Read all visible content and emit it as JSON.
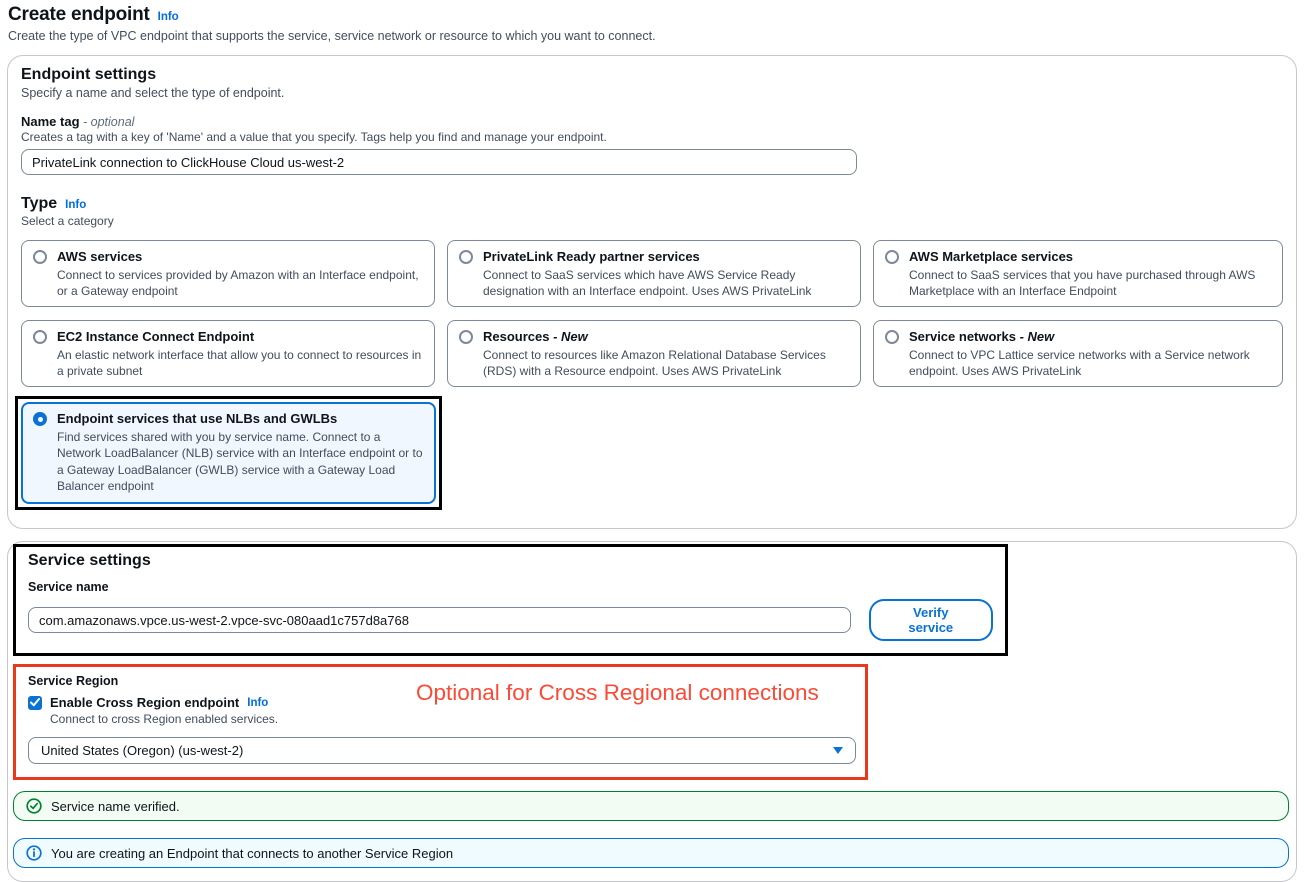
{
  "page": {
    "title": "Create endpoint",
    "info_label": "Info",
    "subtitle": "Create the type of VPC endpoint that supports the service, service network or resource to which you want to connect."
  },
  "endpoint_settings": {
    "title": "Endpoint settings",
    "description": "Specify a name and select the type of endpoint.",
    "name_tag": {
      "label": "Name tag",
      "optional_suffix": " - optional",
      "description": "Creates a tag with a key of 'Name' and a value that you specify. Tags help you find and manage your endpoint.",
      "value": "PrivateLink connection to ClickHouse Cloud us-west-2"
    },
    "type": {
      "label": "Type",
      "info_label": "Info",
      "description": "Select a category",
      "options": [
        {
          "title": "AWS services",
          "suffix": "",
          "description": "Connect to services provided by Amazon with an Interface endpoint, or a Gateway endpoint",
          "selected": false
        },
        {
          "title": "PrivateLink Ready partner services",
          "suffix": "",
          "description": "Connect to SaaS services which have AWS Service Ready designation with an Interface endpoint. Uses AWS PrivateLink",
          "selected": false
        },
        {
          "title": "AWS Marketplace services",
          "suffix": "",
          "description": "Connect to SaaS services that you have purchased through AWS Marketplace with an Interface Endpoint",
          "selected": false
        },
        {
          "title": "EC2 Instance Connect Endpoint",
          "suffix": "",
          "description": "An elastic network interface that allow you to connect to resources in a private subnet",
          "selected": false
        },
        {
          "title": "Resources",
          "suffix": " - New",
          "description": "Connect to resources like Amazon Relational Database Services (RDS) with a Resource endpoint. Uses AWS PrivateLink",
          "selected": false
        },
        {
          "title": "Service networks",
          "suffix": " - New",
          "description": "Connect to VPC Lattice service networks with a Service network endpoint. Uses AWS PrivateLink",
          "selected": false
        },
        {
          "title": "Endpoint services that use NLBs and GWLBs",
          "suffix": "",
          "description": "Find services shared with you by service name. Connect to a Network LoadBalancer (NLB) service with an Interface endpoint or to a Gateway LoadBalancer (GWLB) service with a Gateway Load Balancer endpoint",
          "selected": true
        }
      ]
    }
  },
  "service_settings": {
    "title": "Service settings",
    "service_name": {
      "label": "Service name",
      "value": "com.amazonaws.vpce.us-west-2.vpce-svc-080aad1c757d8a768"
    },
    "verify_button": "Verify service",
    "service_region": {
      "label": "Service Region",
      "checkbox_label": "Enable Cross Region endpoint",
      "info_label": "Info",
      "checkbox_checked": true,
      "checkbox_description": "Connect to cross Region enabled services.",
      "region_value": "United States (Oregon) (us-west-2)"
    },
    "success_banner": "Service name verified.",
    "info_banner": "You are creating an Endpoint that connects to another Service Region"
  },
  "annotations": {
    "cross_region_note": "Optional for Cross Regional connections",
    "highlight_black": "#000000",
    "highlight_red": "#e8391d"
  },
  "colors": {
    "accent_blue": "#0972d3",
    "link_blue": "#006ce0",
    "success_green": "#00802f",
    "success_bg": "#f2fcf3",
    "info_bg": "#f0fbff",
    "selected_tile_bg": "#f0f7ff",
    "text_primary": "#0f141a",
    "text_secondary": "#414d5c"
  }
}
